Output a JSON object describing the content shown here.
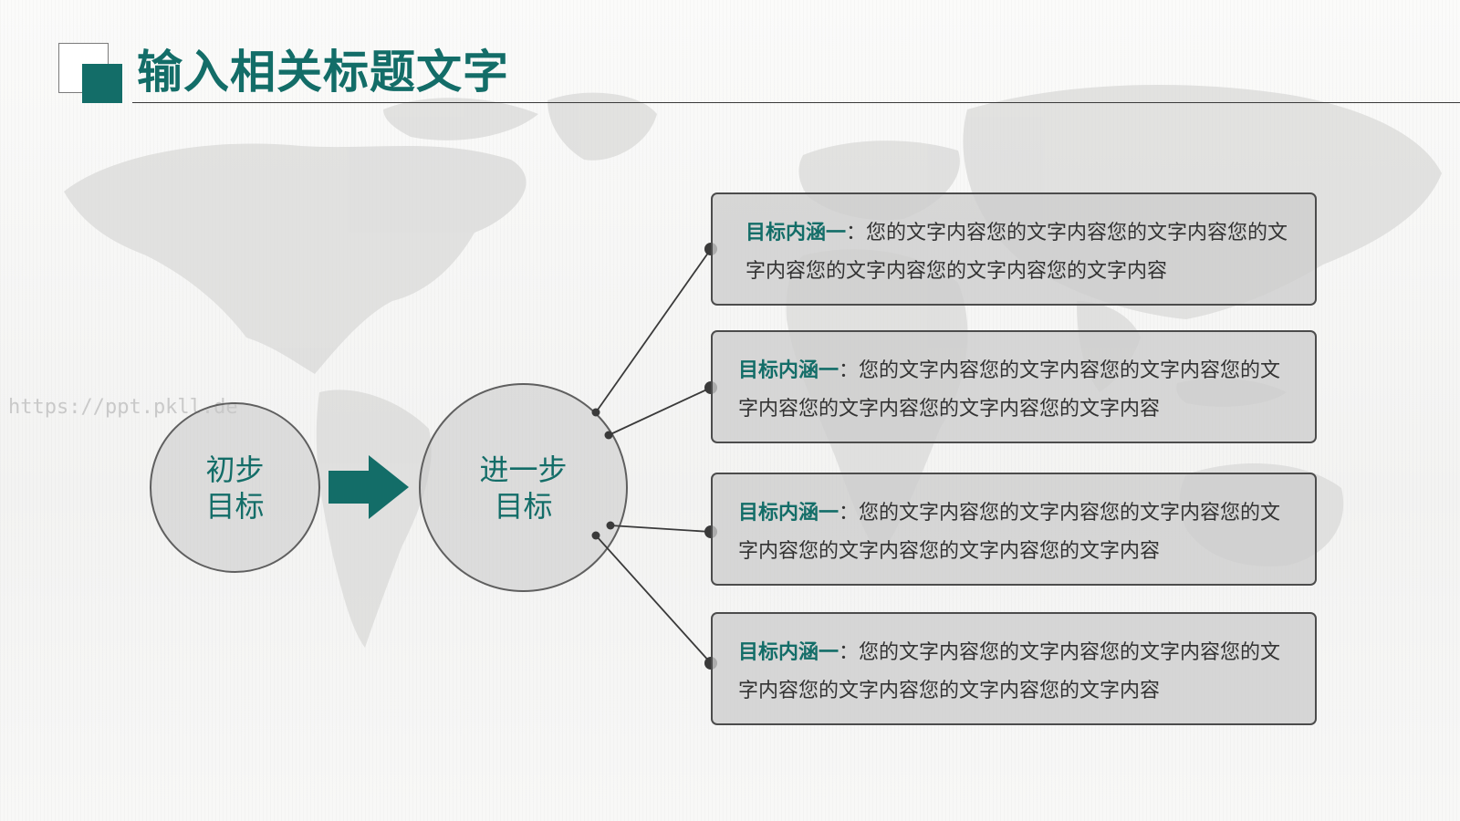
{
  "title": "输入相关标题文字",
  "watermark": "https://ppt.pkll.de",
  "colors": {
    "accent": "#136d68",
    "line": "#3a3a3a",
    "box_fill": "#cdcdcd",
    "circle_fill": "#c8c8c8"
  },
  "flow": {
    "start_circle": {
      "line1": "初步",
      "line2": "目标"
    },
    "arrow_icon": "arrow-right-icon",
    "goal_circle": {
      "line1": "进一步",
      "line2": "目标"
    }
  },
  "items": [
    {
      "label": "目标内涵一",
      "separator": "：",
      "text": "您的文字内容您的文字内容您的文字内容您的文字内容您的文字内容您的文字内容您的文字内容"
    },
    {
      "label": "目标内涵一",
      "separator": "：",
      "text": "您的文字内容您的文字内容您的文字内容您的文字内容您的文字内容您的文字内容您的文字内容"
    },
    {
      "label": "目标内涵一",
      "separator": "：",
      "text": "您的文字内容您的文字内容您的文字内容您的文字内容您的文字内容您的文字内容您的文字内容"
    },
    {
      "label": "目标内涵一",
      "separator": "：",
      "text": "您的文字内容您的文字内容您的文字内容您的文字内容您的文字内容您的文字内容您的文字内容"
    }
  ]
}
